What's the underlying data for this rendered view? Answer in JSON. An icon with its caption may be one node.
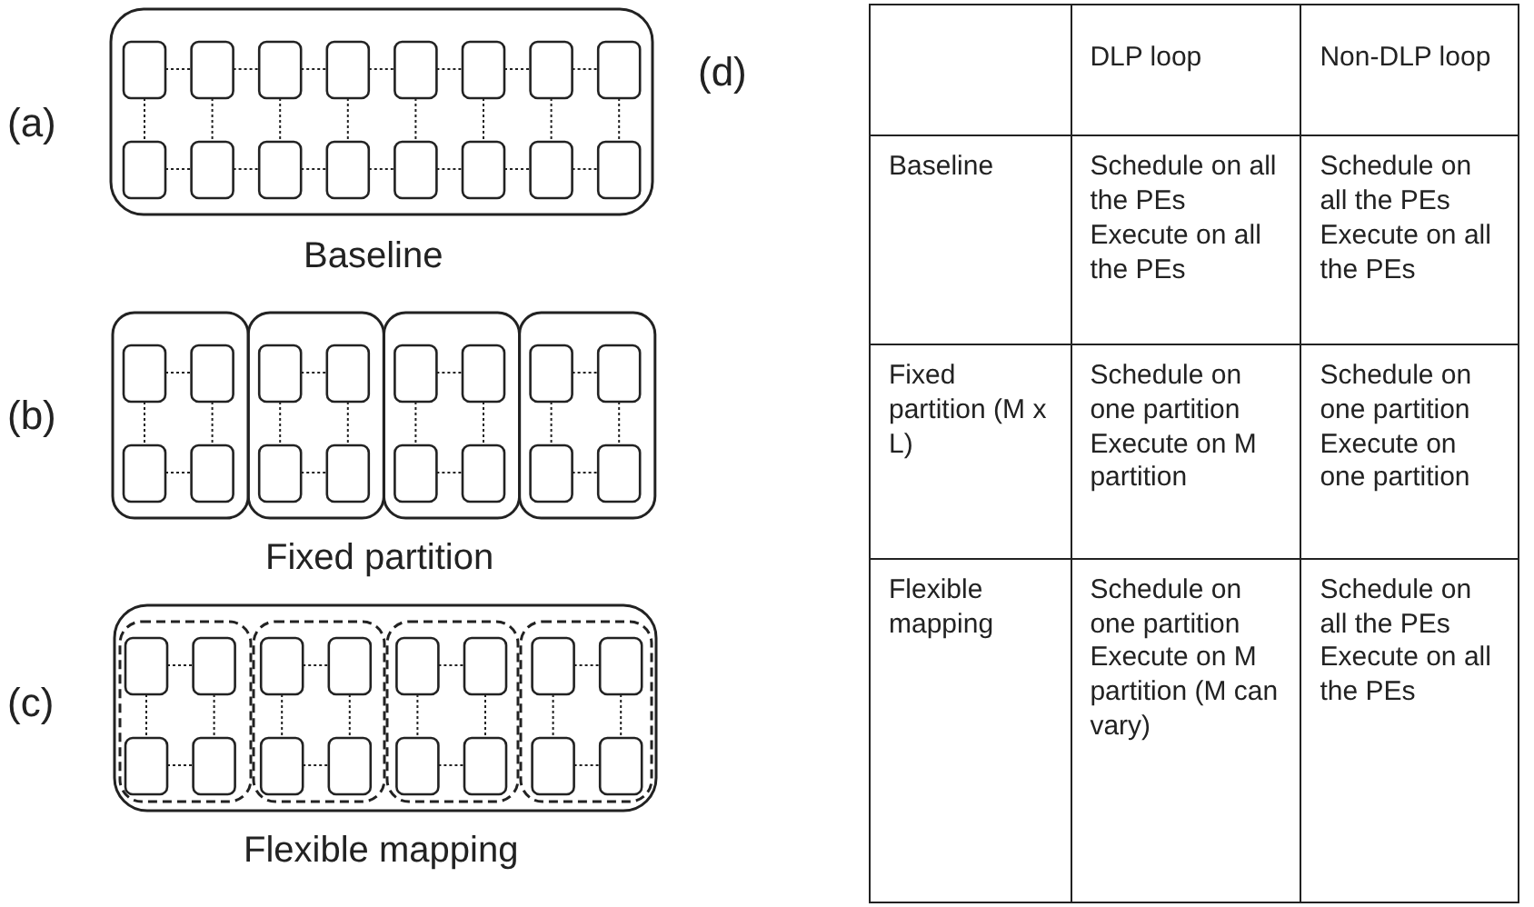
{
  "diagram": {
    "labels": [
      "(a)",
      "Baseline",
      "(b)",
      "Fixed partition",
      "(c)",
      "Flexible mapping",
      "(d)",
      "DLP loop",
      "Non-DLP loop",
      "Baseline",
      "Schedule on all the PEs",
      "Execute on all the PEs",
      "Schedule on all the PEs",
      "Execute on all the PEs",
      "Fixed partition (M x L)",
      "Schedule on one partition",
      "Execute on M partition",
      "Schedule on one partition",
      "Execute on one partition",
      "Flexible mapping",
      "Schedule on one partition",
      "Execute on M partition (M can vary)",
      "Schedule on all the PEs",
      "Execute on all the PEs"
    ]
  }
}
